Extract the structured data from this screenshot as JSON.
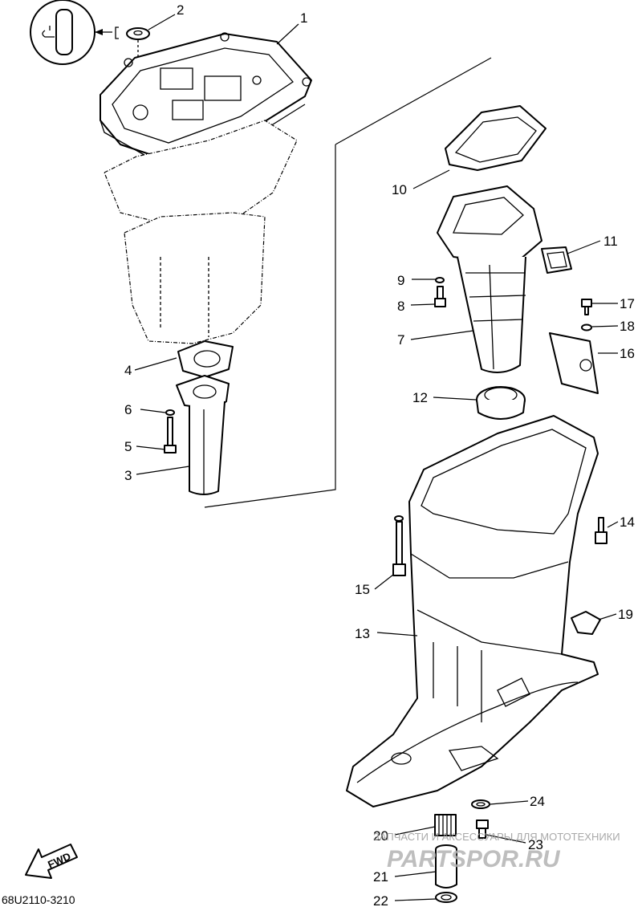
{
  "diagram": {
    "drawing_code": "68U2110-3210",
    "fwd_label": "FWD",
    "watermark": {
      "tagline": "ЗАПЧАСТИ И АКСЕССУАРЫ ДЛЯ МОТОТЕХНИКИ",
      "site": "PARTSPOR.RU"
    },
    "callouts": [
      {
        "id": "1",
        "part": "exhaust-guide"
      },
      {
        "id": "2",
        "part": "washer"
      },
      {
        "id": "3",
        "part": "exhaust-tube"
      },
      {
        "id": "4",
        "part": "gasket"
      },
      {
        "id": "5",
        "part": "bolt"
      },
      {
        "id": "6",
        "part": "washer"
      },
      {
        "id": "7",
        "part": "muffler"
      },
      {
        "id": "8",
        "part": "bolt"
      },
      {
        "id": "9",
        "part": "washer"
      },
      {
        "id": "10",
        "part": "gasket"
      },
      {
        "id": "11",
        "part": "damper"
      },
      {
        "id": "12",
        "part": "seal"
      },
      {
        "id": "13",
        "part": "upper-casing"
      },
      {
        "id": "14",
        "part": "bolt"
      },
      {
        "id": "15",
        "part": "bolt"
      },
      {
        "id": "16",
        "part": "plate"
      },
      {
        "id": "17",
        "part": "screw"
      },
      {
        "id": "18",
        "part": "washer"
      },
      {
        "id": "19",
        "part": "clip"
      },
      {
        "id": "20",
        "part": "bushing"
      },
      {
        "id": "21",
        "part": "collar"
      },
      {
        "id": "22",
        "part": "washer"
      },
      {
        "id": "23",
        "part": "plug"
      },
      {
        "id": "24",
        "part": "washer"
      }
    ]
  }
}
